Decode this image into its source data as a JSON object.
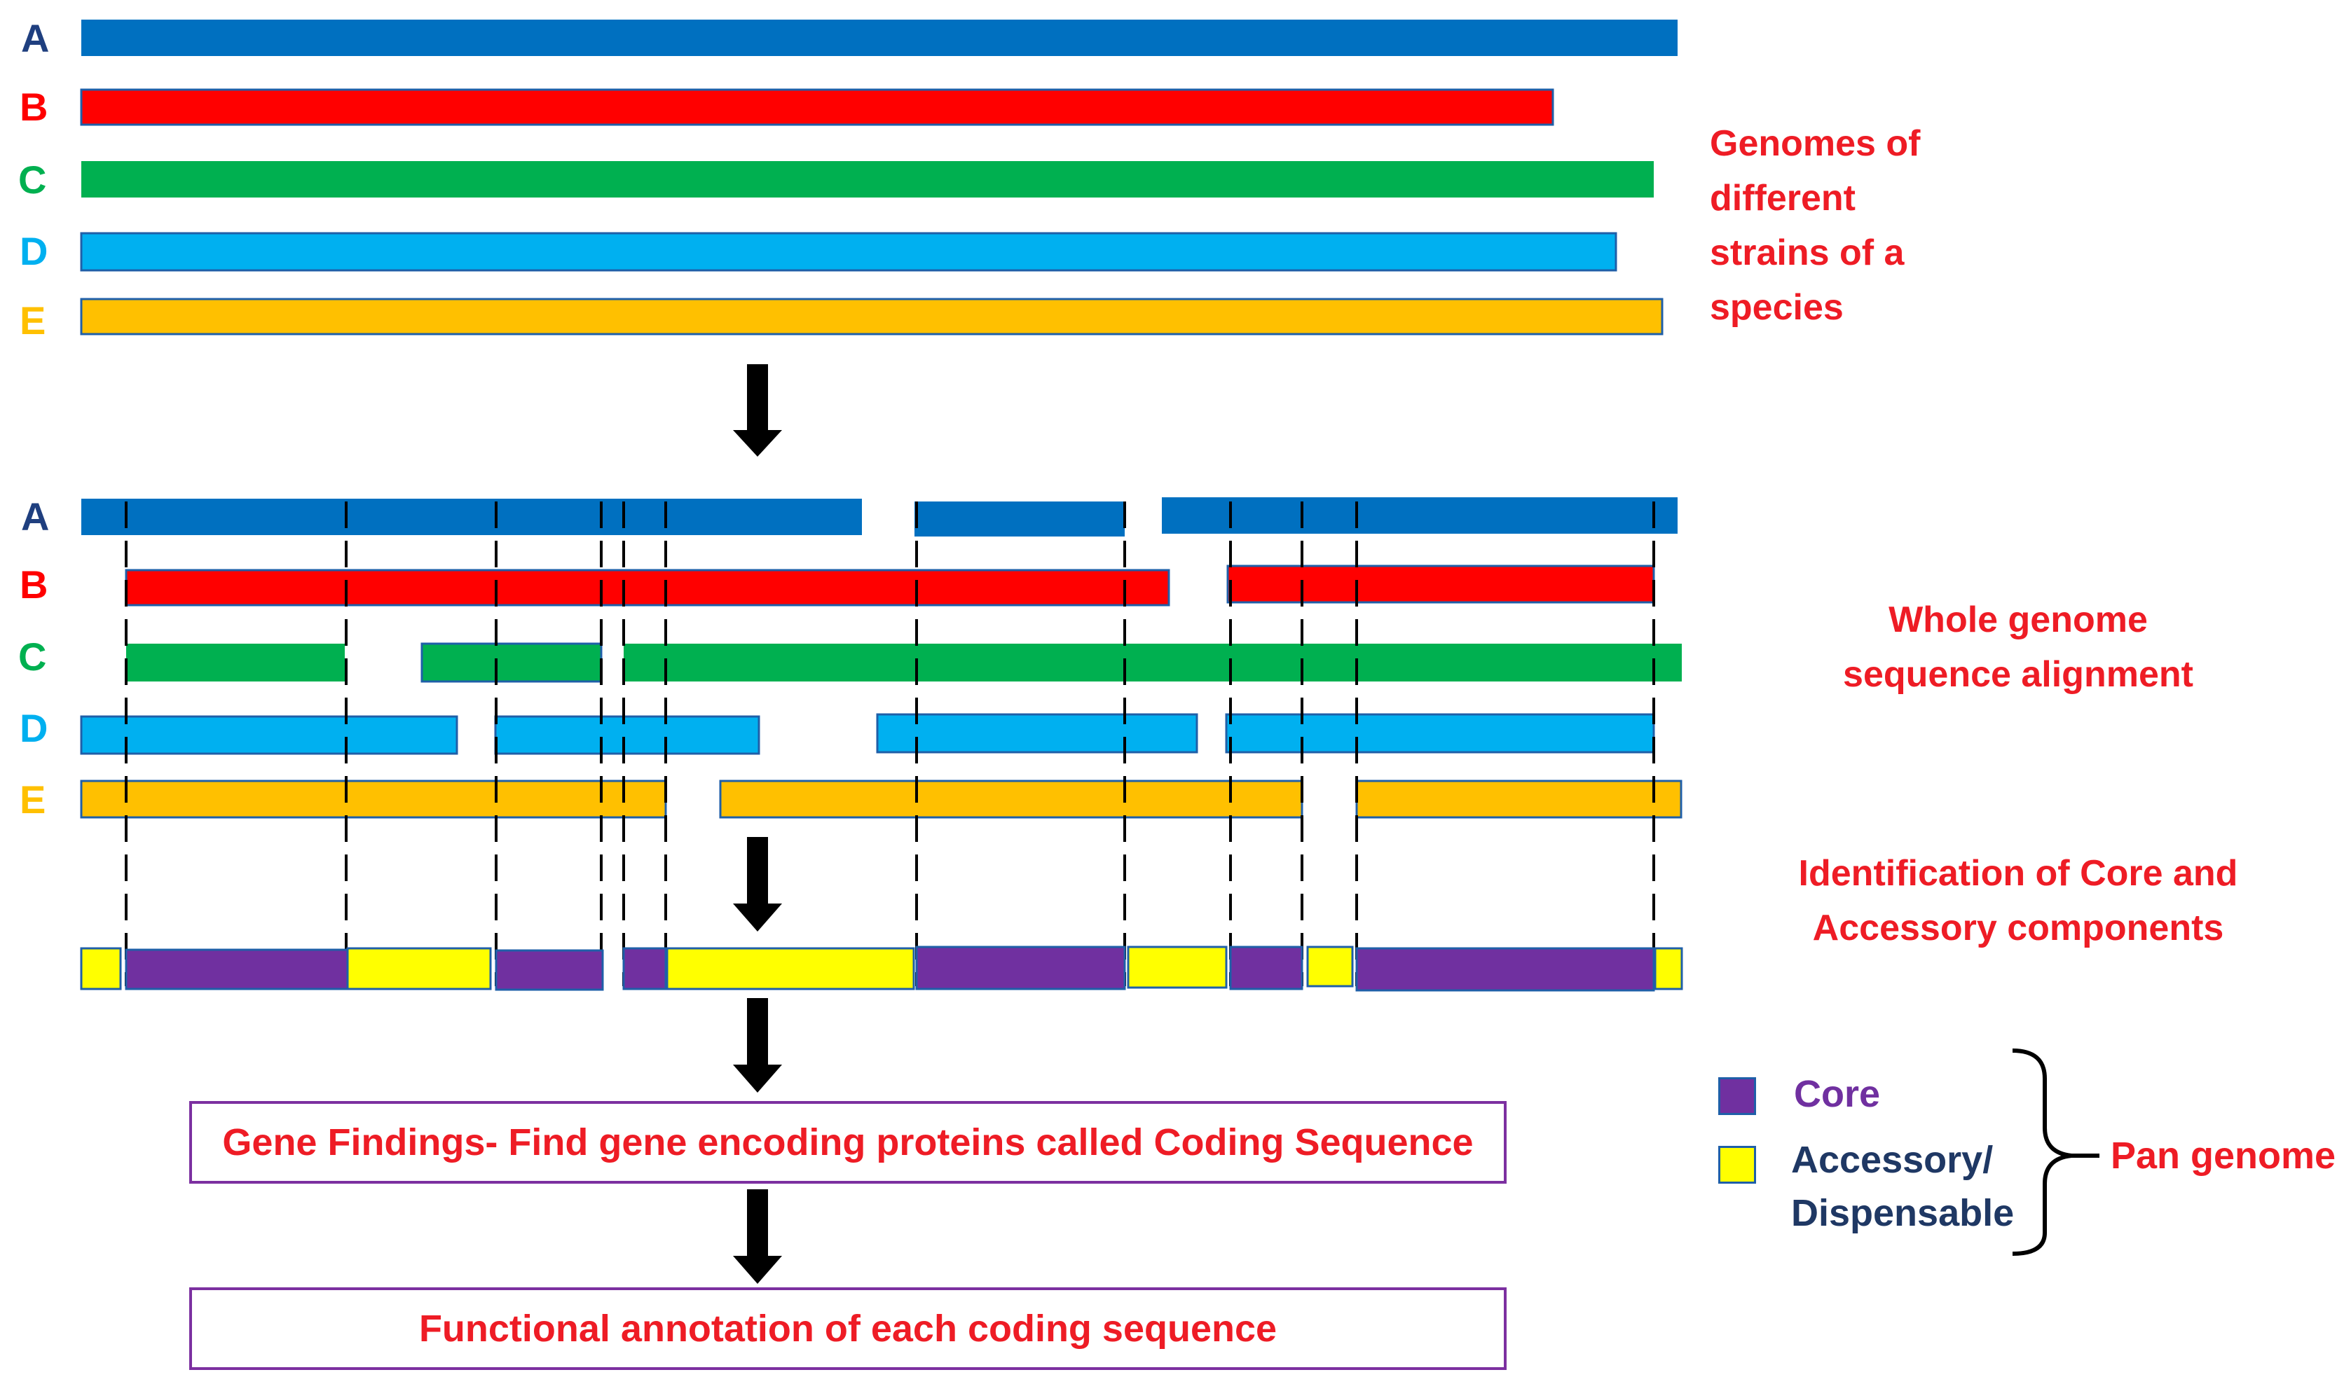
{
  "colors": {
    "A": "#0070c0",
    "B": "#ff0000",
    "C": "#00b050",
    "D": "#00b0f0",
    "E": "#ffc000",
    "A_label": "#1f3f7f",
    "core": "#7030a0",
    "accessory": "#ffff00",
    "caption": "#ee1c25",
    "core_text": "#7030a0",
    "accessory_text": "#1f3864"
  },
  "strains": [
    "A",
    "B",
    "C",
    "D",
    "E"
  ],
  "captions": {
    "genomes": [
      "Genomes of different",
      "strains of a species"
    ],
    "alignment": [
      "Whole genome",
      "sequence alignment"
    ],
    "identification": [
      "Identification of Core and",
      "Accessory components"
    ]
  },
  "boxes": {
    "gene_finding": "Gene Findings- Find gene encoding proteins called Coding Sequence",
    "functional": "Functional annotation of each coding sequence"
  },
  "legend": {
    "core": "Core",
    "accessory_line1": "Accessory/",
    "accessory_line2": "Dispensable",
    "pan_genome": "Pan genome"
  },
  "icons": [
    "down-arrow-icon",
    "curly-brace-icon"
  ]
}
